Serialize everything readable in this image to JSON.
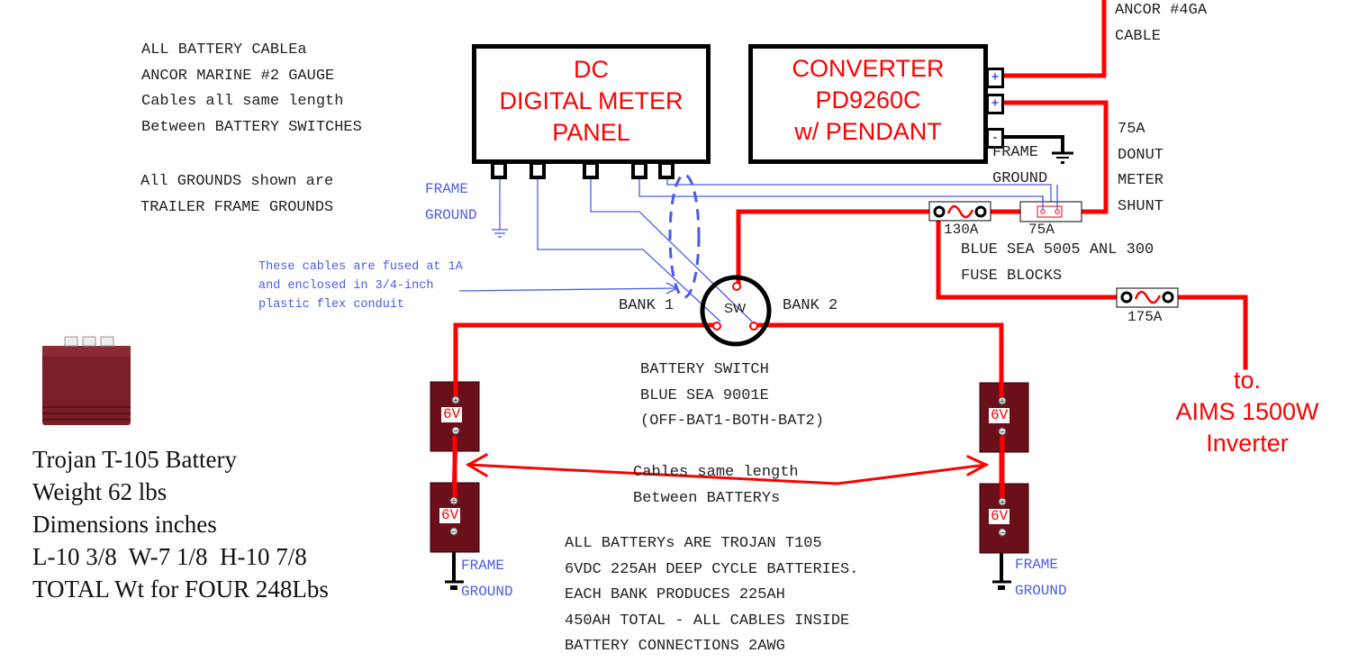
{
  "notes": {
    "cable_note": [
      "ALL BATTERY CABLEa",
      "ANCOR MARINE #2 GAUGE",
      "Cables all same length",
      "Between BATTERY SWITCHES"
    ],
    "ground_note": [
      "All GROUNDS shown are",
      "TRAILER FRAME GROUNDS"
    ],
    "fused_note": [
      "These cables are fused at 1A",
      "and enclosed in 3/4-inch",
      "plastic flex conduit"
    ],
    "ancor_note": [
      "ANCOR #4GA",
      "CABLE"
    ],
    "shunt_note": [
      "75A",
      "DONUT",
      "METER",
      "SHUNT"
    ],
    "fuse_blocks_note": [
      "BLUE SEA 5005 ANL 300",
      "FUSE BLOCKS"
    ],
    "switch_note": [
      "BATTERY SWITCH",
      "BLUE SEA 9001E",
      "(OFF-BAT1-BOTH-BAT2)"
    ],
    "cables_same_note": [
      "Cables same length",
      "Between BATTERYs"
    ],
    "batteries_note": [
      "ALL BATTERYs ARE TROJAN T105",
      "6VDC 225AH DEEP CYCLE BATTERIES.",
      "EACH BANK PRODUCES 225AH",
      "450AH TOTAL - ALL CABLES INSIDE",
      "BATTERY CONNECTIONS 2AWG"
    ]
  },
  "meter_panel": {
    "lines": [
      "DC",
      "DIGITAL METER",
      "PANEL"
    ]
  },
  "converter": {
    "lines": [
      "CONVERTER",
      "PD9260C",
      "w/ PENDANT"
    ],
    "terminals": [
      "+",
      "+",
      "-"
    ]
  },
  "frame_ground": {
    "line1": "FRAME",
    "line2": "GROUND"
  },
  "fuses": {
    "f130": "130A",
    "shunt75": "75A",
    "f175": "175A"
  },
  "switch": {
    "label": "SW",
    "bank1": "BANK 1",
    "bank2": "BANK 2"
  },
  "battery_label": "6V",
  "inverter": {
    "lines": [
      "to.",
      "AIMS 1500W",
      "Inverter"
    ]
  },
  "battery_specs": [
    "Trojan T-105 Battery",
    "Weight 62 lbs",
    "Dimensions inches",
    "L-10 3/8  W-7 1/8  H-10 7/8",
    "TOTAL Wt for FOUR 248Lbs"
  ],
  "colors": {
    "wire_positive": "#ff0000",
    "wire_signal": "#4a5ce8",
    "battery_body": "#6b0f1a",
    "ground_wire": "#000000"
  }
}
